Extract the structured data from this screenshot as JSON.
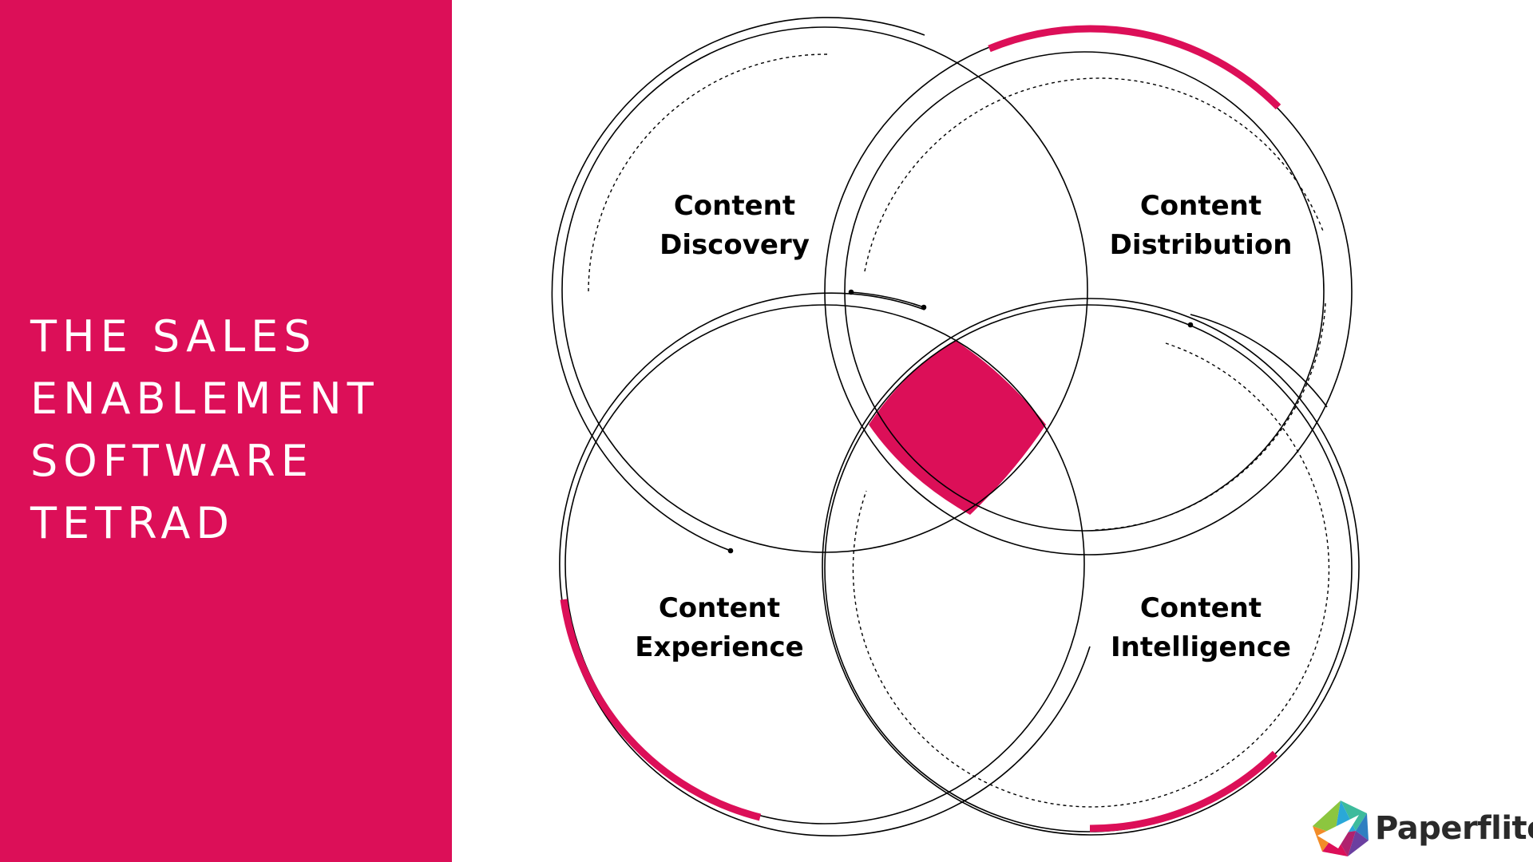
{
  "title": {
    "lines": [
      "THE SALES",
      "ENABLEMENT",
      "SOFTWARE",
      "TETRAD"
    ]
  },
  "diagram": {
    "circles": [
      {
        "line1": "Content",
        "line2": "Discovery"
      },
      {
        "line1": "Content",
        "line2": "Distribution"
      },
      {
        "line1": "Content",
        "line2": "Experience"
      },
      {
        "line1": "Content",
        "line2": "Intelligence"
      }
    ]
  },
  "logo": {
    "name": "Paperflite",
    "icon": "paperflite-logo-icon"
  },
  "colors": {
    "accent": "#dc0f58",
    "stroke": "#000000",
    "background": "#ffffff"
  }
}
